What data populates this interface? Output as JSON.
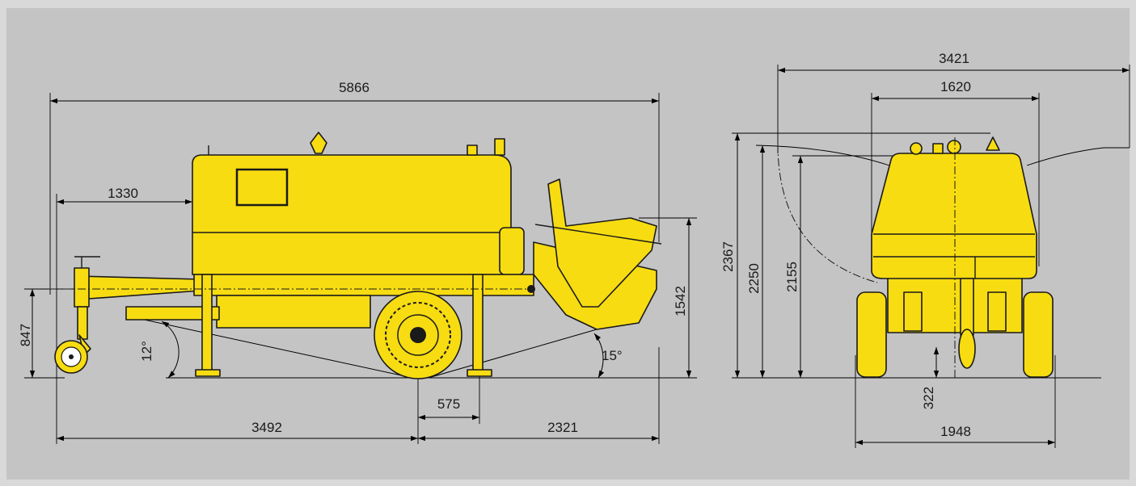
{
  "side_view": {
    "overall_length": "5866",
    "drawbar_to_body": "1330",
    "rear_hopper_height": "1542",
    "hitch_height": "847",
    "front_angle": "12°",
    "rear_angle": "15°",
    "front_to_axle": "3492",
    "axle_to_rear": "2321",
    "axle_offset": "575"
  },
  "rear_view": {
    "overall_width_top": "3421",
    "body_width": "1620",
    "height_max": "2367",
    "height_mid": "2250",
    "height_body": "2155",
    "ground_clearance": "322",
    "track_width": "1948"
  },
  "colors": {
    "background": "#c4c4c4",
    "machine_yellow": "#f7dc11",
    "outline": "#1a1a1a"
  }
}
